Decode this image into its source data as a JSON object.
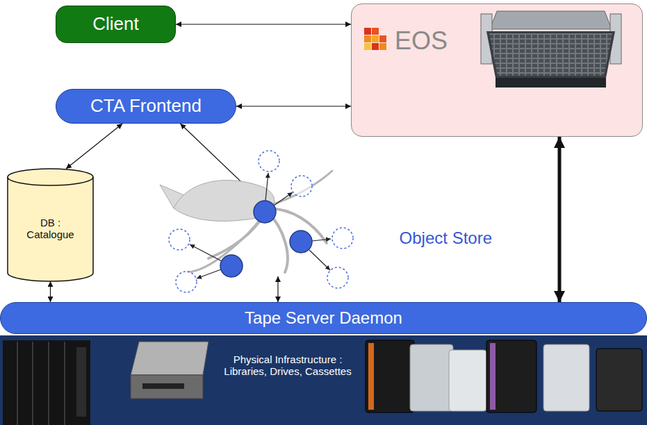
{
  "diagram": {
    "nodes": [
      {
        "text": [
          "Client"
        ]
      },
      {
        "text": [
          "EOS"
        ]
      },
      {
        "text": [
          "CTA Frontend"
        ]
      },
      {
        "text": [
          "DB : Catalogue"
        ]
      },
      {
        "text": [
          "Object Store"
        ]
      },
      {
        "text": [
          "Tape Server Daemon"
        ]
      },
      {
        "text": [
          "Physical Infrastructure : Libraries, Drives, Cassettes"
        ]
      }
    ],
    "edges": [
      {
        "from": 0,
        "to": 1,
        "arrow": "both"
      },
      {
        "from": 2,
        "to": 1,
        "arrow": "both"
      },
      {
        "from": 2,
        "to": 3,
        "arrow": "both"
      },
      {
        "from": 2,
        "to": 4,
        "arrow": "both"
      },
      {
        "from": 3,
        "to": 5,
        "arrow": "both"
      },
      {
        "from": 4,
        "to": 5,
        "arrow": "both"
      },
      {
        "from": 1,
        "to": 5,
        "arrow": "both"
      }
    ]
  }
}
